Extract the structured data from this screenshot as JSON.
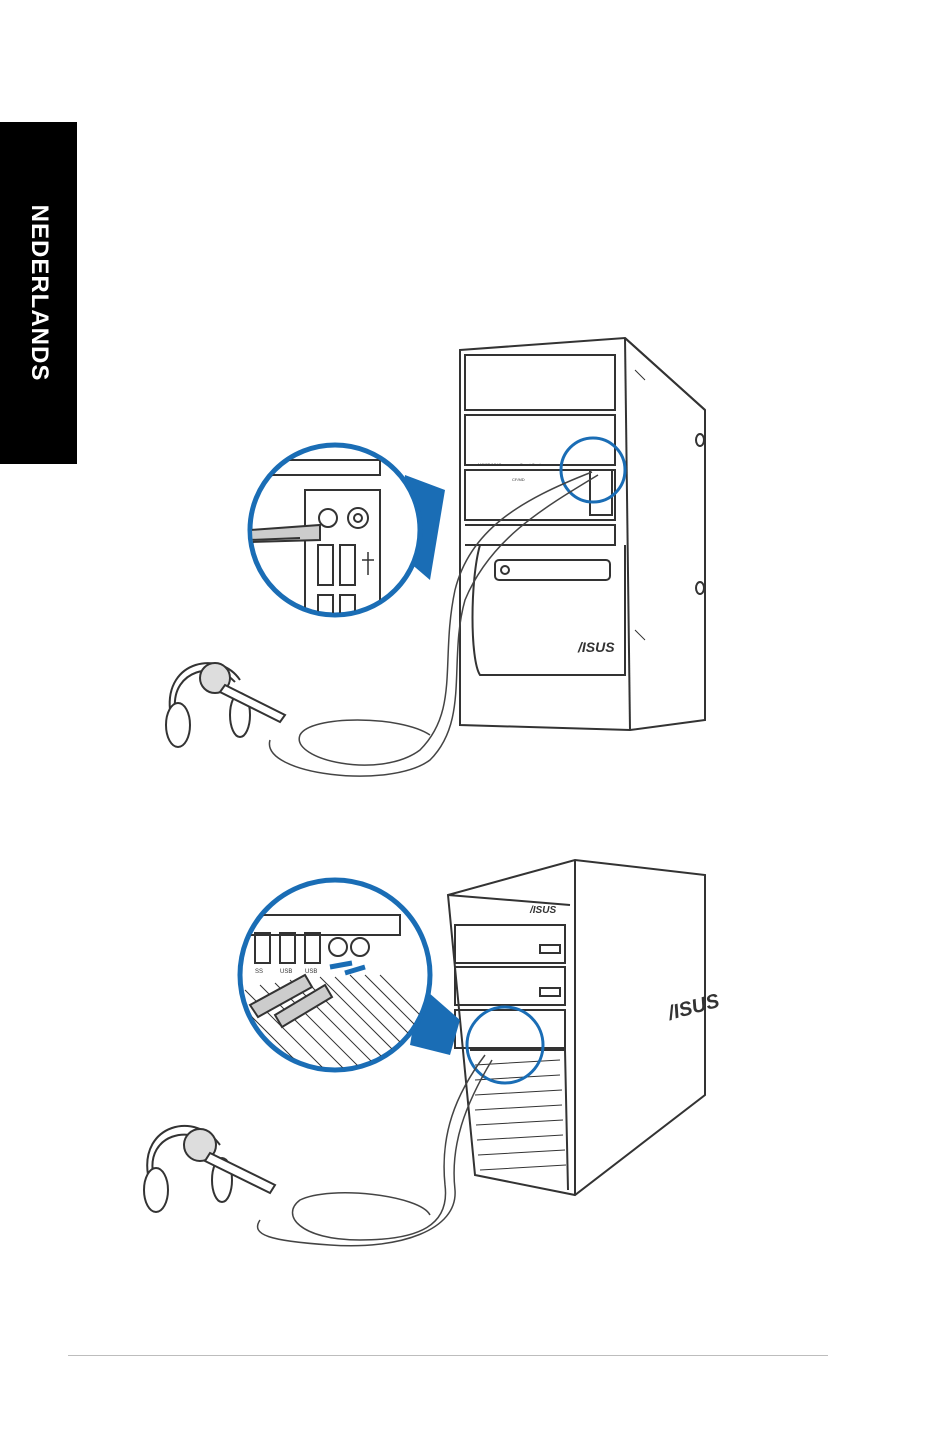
{
  "sidebar": {
    "language": "NEDERLANDS"
  },
  "figures": {
    "top": {
      "brand_logo": "/ISUS",
      "card_reader_labels": [
        "MS/SD/MMC",
        "Smart Card",
        "CF/MD"
      ]
    },
    "bottom": {
      "brand_logo": "/ISUS",
      "side_logo": "/ISUS",
      "port_labels": [
        "SS",
        "USB",
        "USB"
      ]
    }
  },
  "colors": {
    "accent": "#1a6db5",
    "line": "#333333"
  }
}
